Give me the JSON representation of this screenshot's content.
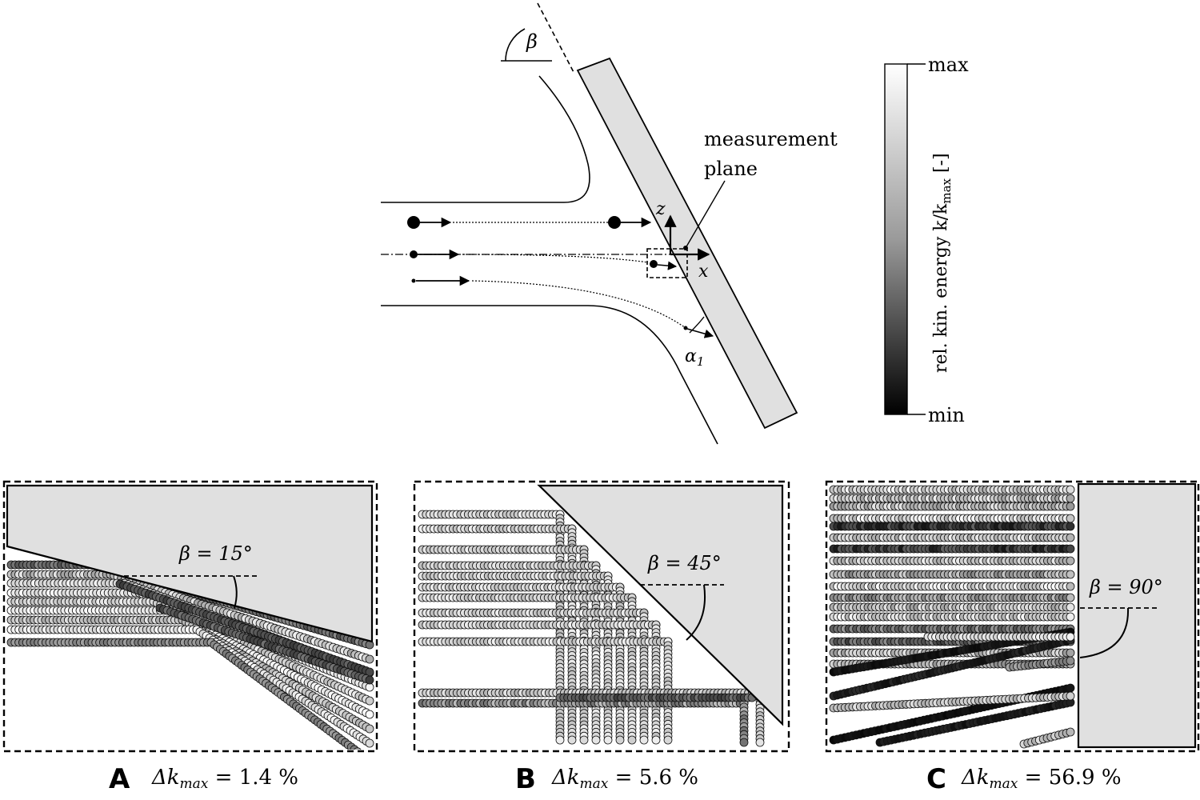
{
  "schematic": {
    "angle_symbol": "β",
    "measurement_label_line1": "measurement",
    "measurement_label_line2": "plane",
    "axis_z": "z",
    "axis_x": "x",
    "alpha_label": "α",
    "alpha_sub": "1"
  },
  "colorbar": {
    "max_label": "max",
    "min_label": "min",
    "title": "rel. kin. energy k/k",
    "title_sub": "max",
    "unit": " [-]"
  },
  "panels": [
    {
      "id": "A",
      "letter": "A",
      "angle_text": "β = 15°",
      "delta_prefix": "Δk",
      "delta_sub": "max",
      "delta_value": " = 1.4 %",
      "beta_deg": 15
    },
    {
      "id": "B",
      "letter": "B",
      "angle_text": "β = 45°",
      "delta_prefix": "Δk",
      "delta_sub": "max",
      "delta_value": " = 5.6 %",
      "beta_deg": 45
    },
    {
      "id": "C",
      "letter": "C",
      "angle_text": "β = 90°",
      "delta_prefix": "Δk",
      "delta_sub": "max",
      "delta_value": " = 56.9 %",
      "beta_deg": 90
    }
  ]
}
